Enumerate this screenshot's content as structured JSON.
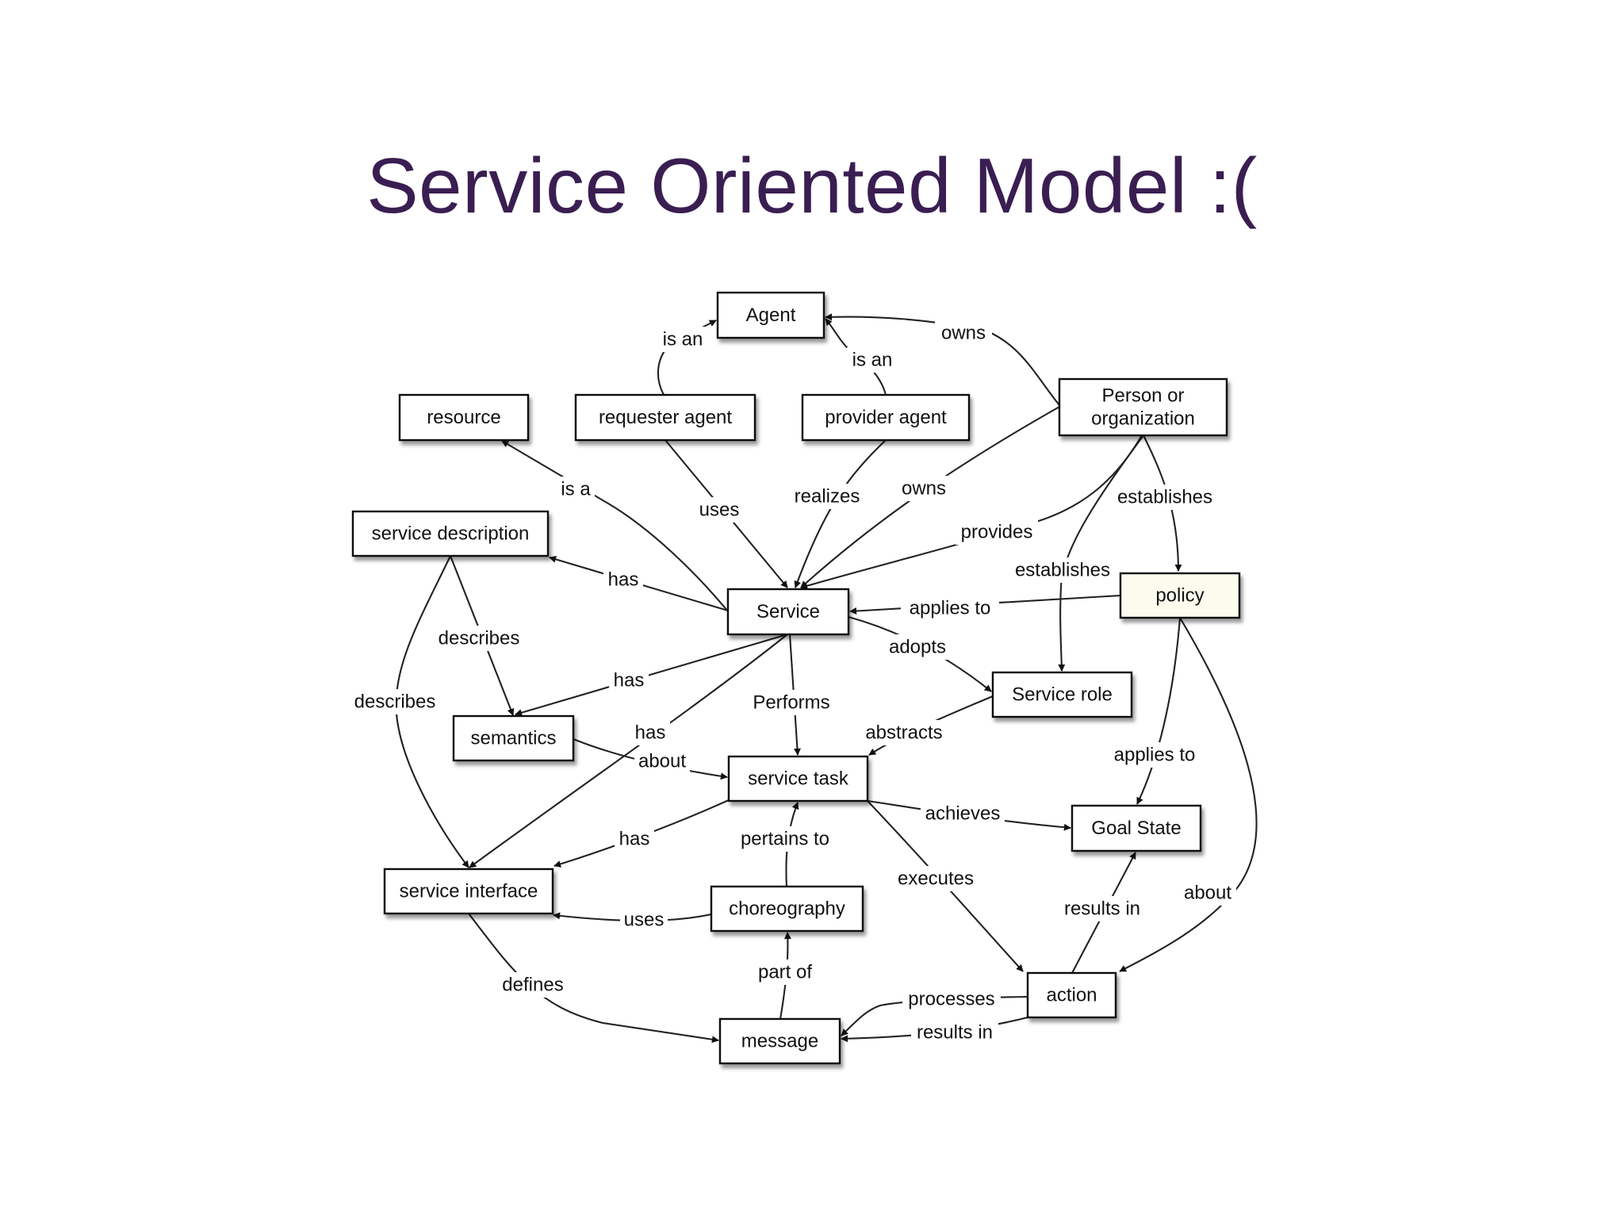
{
  "title": "Service Oriented Model :(",
  "colors": {
    "title": "#3a1e52",
    "node_fill": "#ffffff",
    "policy_fill": "#fbfbee",
    "stroke": "#111111"
  },
  "nodes": [
    {
      "id": "agent",
      "lines": [
        "Agent"
      ]
    },
    {
      "id": "resource",
      "lines": [
        "resource"
      ]
    },
    {
      "id": "requester-agent",
      "lines": [
        "requester agent"
      ]
    },
    {
      "id": "provider-agent",
      "lines": [
        "provider agent"
      ]
    },
    {
      "id": "person-organization",
      "lines": [
        "Person or",
        "organization"
      ]
    },
    {
      "id": "service-description",
      "lines": [
        "service description"
      ]
    },
    {
      "id": "service",
      "lines": [
        "Service"
      ]
    },
    {
      "id": "policy",
      "lines": [
        "policy"
      ],
      "highlight": true
    },
    {
      "id": "service-role",
      "lines": [
        "Service role"
      ]
    },
    {
      "id": "semantics",
      "lines": [
        "semantics"
      ]
    },
    {
      "id": "service-task",
      "lines": [
        "service task"
      ]
    },
    {
      "id": "goal-state",
      "lines": [
        "Goal State"
      ]
    },
    {
      "id": "service-interface",
      "lines": [
        "service interface"
      ]
    },
    {
      "id": "choreography",
      "lines": [
        "choreography"
      ]
    },
    {
      "id": "action",
      "lines": [
        "action"
      ]
    },
    {
      "id": "message",
      "lines": [
        "message"
      ]
    }
  ],
  "edges": [
    {
      "id": "requester-isan",
      "from": "requester-agent",
      "to": "agent",
      "label": "is an"
    },
    {
      "id": "provider-isan",
      "from": "provider-agent",
      "to": "agent",
      "label": "is an"
    },
    {
      "id": "person-owns-agent",
      "from": "person-organization",
      "to": "agent",
      "label": "owns"
    },
    {
      "id": "service-isa",
      "from": "service",
      "to": "resource",
      "label": "is a"
    },
    {
      "id": "requester-uses",
      "from": "requester-agent",
      "to": "service",
      "label": "uses"
    },
    {
      "id": "provider-realizes",
      "from": "provider-agent",
      "to": "service",
      "label": "realizes"
    },
    {
      "id": "person-owns-service",
      "from": "person-organization",
      "to": "service",
      "label": "owns"
    },
    {
      "id": "person-provides",
      "from": "person-organization",
      "to": "service",
      "label": "provides"
    },
    {
      "id": "person-establishes-policy",
      "from": "person-organization",
      "to": "policy",
      "label": "establishes"
    },
    {
      "id": "person-establishes-role",
      "from": "person-organization",
      "to": "service-role",
      "label": "establishes"
    },
    {
      "id": "service-has-description",
      "from": "service",
      "to": "service-description",
      "label": "has"
    },
    {
      "id": "policy-appliesto-service",
      "from": "policy",
      "to": "service",
      "label": "applies to"
    },
    {
      "id": "service-adopts",
      "from": "service",
      "to": "service-role",
      "label": "adopts"
    },
    {
      "id": "description-describes-semantics",
      "from": "service-description",
      "to": "semantics",
      "label": "describes"
    },
    {
      "id": "service-has-semantics",
      "from": "service",
      "to": "semantics",
      "label": "has"
    },
    {
      "id": "description-describes-interface",
      "from": "service-description",
      "to": "service-interface",
      "label": "describes"
    },
    {
      "id": "service-performs",
      "from": "service",
      "to": "service-task",
      "label": "Performs"
    },
    {
      "id": "role-abstracts",
      "from": "service-role",
      "to": "service-task",
      "label": "abstracts"
    },
    {
      "id": "semantics-about",
      "from": "semantics",
      "to": "service-task",
      "label": "about"
    },
    {
      "id": "service-has-interface",
      "from": "service",
      "to": "service-interface",
      "label": "has"
    },
    {
      "id": "policy-appliesto-goal",
      "from": "policy",
      "to": "goal-state",
      "label": "applies to"
    },
    {
      "id": "task-achieves",
      "from": "service-task",
      "to": "goal-state",
      "label": "achieves"
    },
    {
      "id": "task-has-interface",
      "from": "service-task",
      "to": "service-interface",
      "label": "has"
    },
    {
      "id": "choreography-pertains",
      "from": "choreography",
      "to": "service-task",
      "label": "pertains to"
    },
    {
      "id": "task-executes",
      "from": "service-task",
      "to": "action",
      "label": "executes"
    },
    {
      "id": "action-results-goal",
      "from": "action",
      "to": "goal-state",
      "label": "results in"
    },
    {
      "id": "policy-about-action",
      "from": "policy",
      "to": "action",
      "label": "about"
    },
    {
      "id": "choreography-uses",
      "from": "choreography",
      "to": "service-interface",
      "label": "uses"
    },
    {
      "id": "message-partof",
      "from": "message",
      "to": "choreography",
      "label": "part of"
    },
    {
      "id": "interface-defines",
      "from": "service-interface",
      "to": "message",
      "label": "defines"
    },
    {
      "id": "action-processes",
      "from": "action",
      "to": "message",
      "label": "processes"
    },
    {
      "id": "action-results-message",
      "from": "action",
      "to": "message",
      "label": "results in"
    }
  ]
}
